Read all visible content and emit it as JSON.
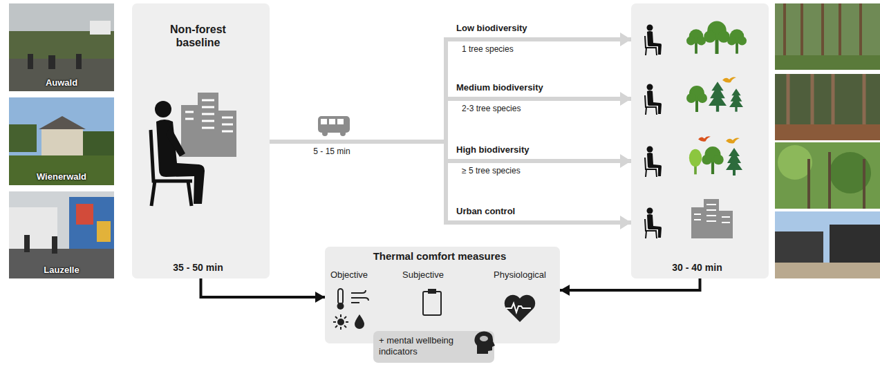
{
  "diagram": {
    "nodes": [
      {
        "text": [
          "Non-forest baseline",
          "35 - 50 min"
        ]
      },
      {
        "text": [
          "30 - 40 min"
        ]
      },
      {
        "text": [
          "Thermal comfort measures",
          "Objective",
          "Subjective",
          "Physiological"
        ]
      },
      {
        "text": [
          "+ mental wellbeing indicators"
        ],
        "in": 2
      }
    ],
    "edges": [
      {
        "from": 0,
        "to": 1,
        "arrow": "to",
        "label": "Low biodiversity"
      },
      {
        "from": 0,
        "to": 1,
        "arrow": "to",
        "label": "Medium biodiversity"
      },
      {
        "from": 0,
        "to": 1,
        "arrow": "to",
        "label": "High biodiversity"
      },
      {
        "from": 0,
        "to": 1,
        "arrow": "to",
        "label": "Urban control"
      },
      {
        "from": 0,
        "to": 2,
        "arrow": "to"
      },
      {
        "from": 1,
        "to": 2,
        "arrow": "to"
      }
    ],
    "labels": [
      "Auwald",
      "Wienerwald",
      "Lauzelle",
      "5 - 15 min",
      "1 tree species",
      "2-3 tree species",
      "≥ 5 tree species"
    ]
  }
}
